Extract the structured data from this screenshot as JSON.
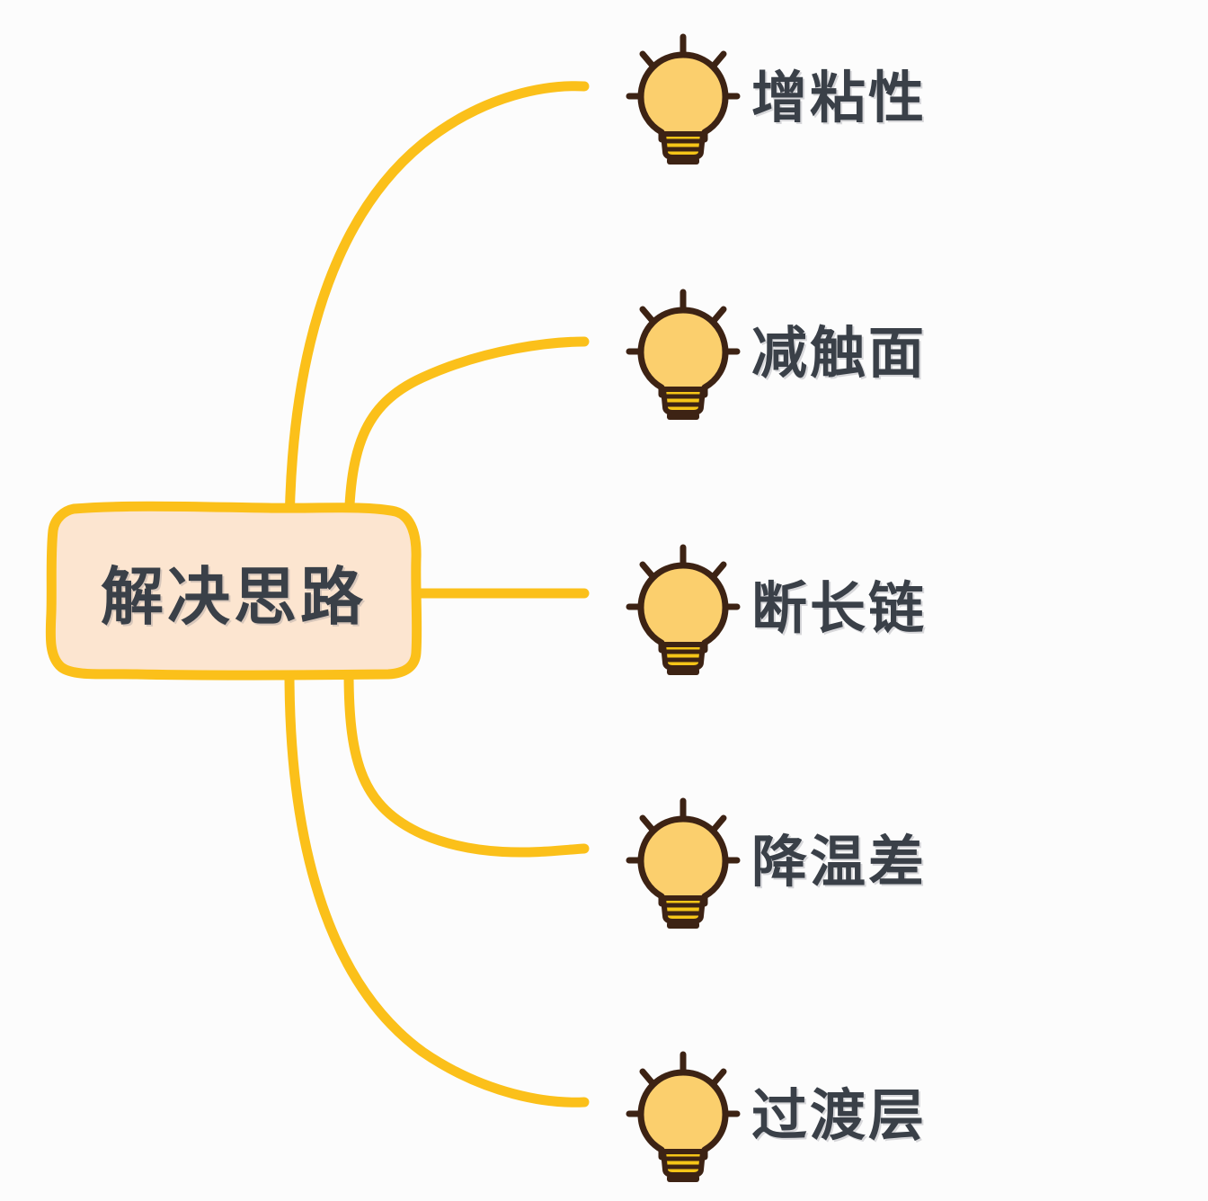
{
  "diagram": {
    "type": "mind-map",
    "title": "解决思路",
    "background_color": "#fcfcfc",
    "central_node": {
      "label": "解决思路",
      "fill_color": "#fce5d0",
      "border_color": "#fbc01a",
      "text_color": "#3a4048"
    },
    "connector": {
      "color": "#fbc01a",
      "width": 10
    },
    "bulb_icon": {
      "name": "lightbulb-icon",
      "glass_fill": "#fbcf6d",
      "outline_color": "#3d2314",
      "base_fill": "#f5c518",
      "ray_count": 5
    },
    "branches": [
      {
        "label": "增粘性",
        "icon": "lightbulb-icon"
      },
      {
        "label": "减触面",
        "icon": "lightbulb-icon"
      },
      {
        "label": "断长链",
        "icon": "lightbulb-icon"
      },
      {
        "label": "降温差",
        "icon": "lightbulb-icon"
      },
      {
        "label": "过渡层",
        "icon": "lightbulb-icon"
      }
    ]
  }
}
